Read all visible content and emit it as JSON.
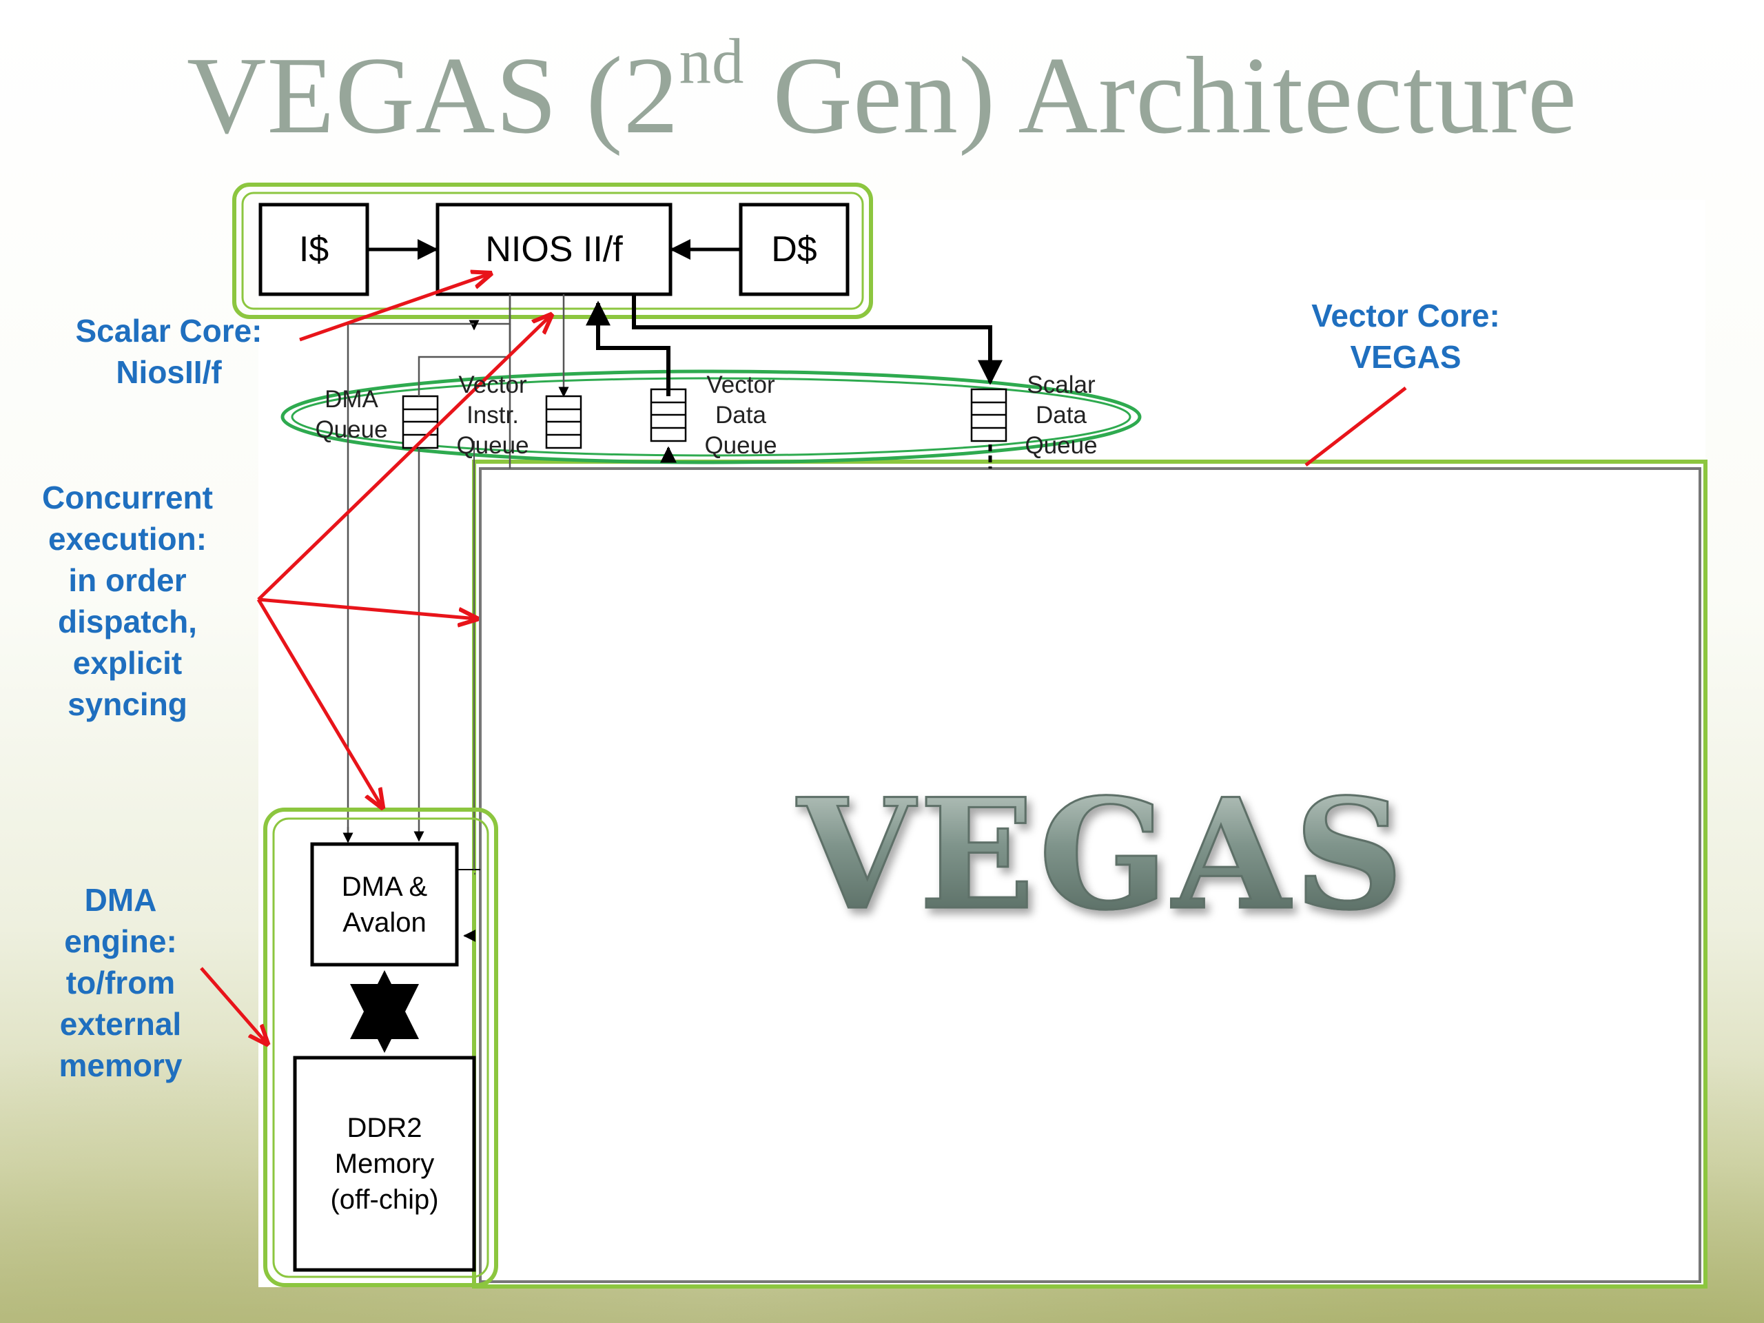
{
  "title": {
    "main": "VEGAS (2",
    "sup": "nd",
    "rest": " Gen) Architecture"
  },
  "blocks": {
    "icache": "I$",
    "nios": "NIOS II/f",
    "dcache": "D$",
    "dma": "DMA &\nAvalon",
    "ddr2": "DDR2\nMemory\n(off-chip)",
    "vegas": "VEGAS"
  },
  "queues": {
    "dma": "DMA\nQueue",
    "vector_instr": "Vector\nInstr.\nQueue",
    "vector_data": "Vector\nData\nQueue",
    "scalar_data": "Scalar\nData\nQueue"
  },
  "annotations": {
    "scalar_core": "Scalar Core:\nNiosII/f",
    "vector_core": "Vector Core:\nVEGAS",
    "concurrent": "Concurrent\nexecution:\nin order\ndispatch,\nexplicit\nsyncing",
    "dma_engine": "DMA\nengine:\nto/from\nexternal\nmemory"
  },
  "colors": {
    "annotation_text": "#1f6fbf",
    "callout_arrow": "#e8141a",
    "highlight_outline": "#8cc63f",
    "queue_oval": "#2eaa4f",
    "title": "#97a69a"
  }
}
